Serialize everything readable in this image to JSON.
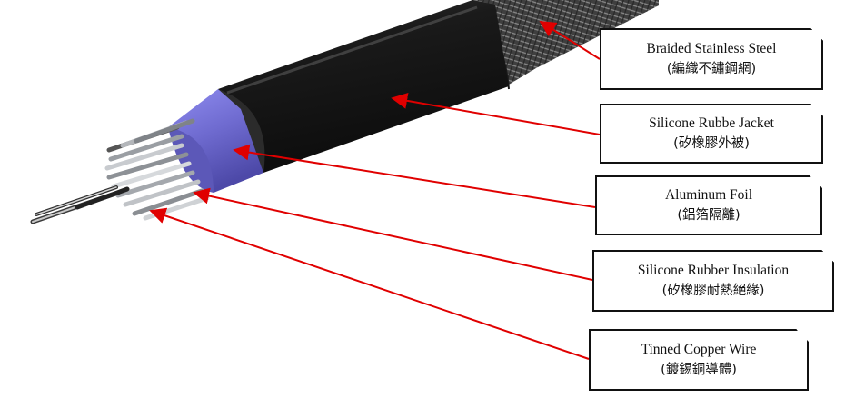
{
  "labels": [
    {
      "id": "braid",
      "en": "Braided Stainless Steel",
      "zh": "(編織不鏽鋼網)"
    },
    {
      "id": "jacket",
      "en": "Silicone Rubbe Jacket",
      "zh": "(矽橡膠外被)"
    },
    {
      "id": "foil",
      "en": "Aluminum Foil",
      "zh": "(鋁箔隔離)"
    },
    {
      "id": "insulation",
      "en": "Silicone Rubber Insulation",
      "zh": "(矽橡膠耐熱絕緣)"
    },
    {
      "id": "conductor",
      "en": "Tinned Copper Wire",
      "zh": "(鍍錫銅導體)"
    }
  ],
  "colors": {
    "arrow": "#e00000",
    "jacket": "#1c1c1c",
    "foil": "#7b78d6",
    "braid": "#4a4a4a",
    "wire": "#b9bcc0",
    "box_border": "#111111"
  }
}
